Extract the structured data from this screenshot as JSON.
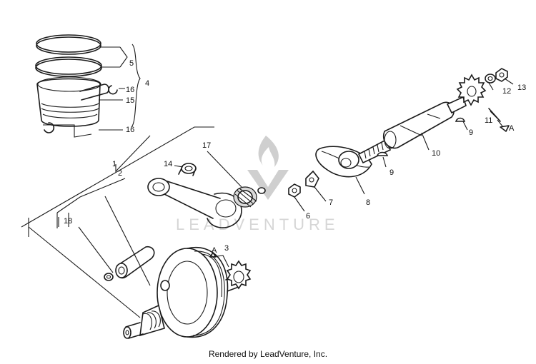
{
  "diagram": {
    "labels": {
      "l1": "1",
      "l2": "2",
      "l3": "3",
      "l4": "4",
      "l5": "5",
      "l6": "6",
      "l7": "7",
      "l8": "8",
      "l9a": "9",
      "l9b": "9",
      "l10": "10",
      "l11": "11",
      "l12": "12",
      "l13": "13",
      "l14": "14",
      "l15": "15",
      "l16a": "16",
      "l16b": "16",
      "l17": "17",
      "l18": "18",
      "lA1": "A",
      "lA2": "A"
    }
  },
  "watermark": {
    "text": "LEADVENTURE"
  },
  "footer": {
    "text": "Rendered by LeadVenture, Inc."
  }
}
